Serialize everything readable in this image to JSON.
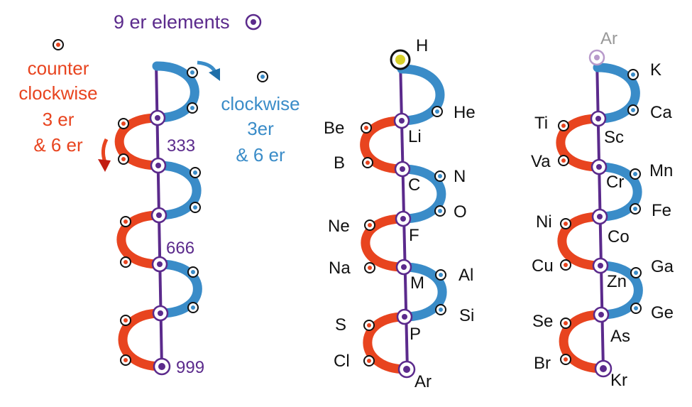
{
  "colors": {
    "purple": "#5b2a8c",
    "red": "#e8441f",
    "blue": "#3a8cc8",
    "gray": "#999999",
    "yellow": "#d8d12a",
    "black": "#111111"
  },
  "header": {
    "title": "9 er elements"
  },
  "legend": {
    "counter_lines": [
      "counter",
      "clockwise",
      "3 er",
      "& 6 er"
    ],
    "clockwise_lines": [
      "clockwise",
      "3er",
      "& 6 er"
    ]
  },
  "spine": {
    "n333": "333",
    "n666": "666",
    "n999": "999"
  },
  "chain2": {
    "H": "H",
    "He": "He",
    "Be": "Be",
    "Li": "Li",
    "B": "B",
    "C": "C",
    "N": "N",
    "O": "O",
    "Ne": "Ne",
    "F": "F",
    "Na": "Na",
    "M": "M",
    "Al": "Al",
    "Si": "Si",
    "S": "S",
    "P": "P",
    "Cl": "Cl",
    "Ar": "Ar"
  },
  "chain3": {
    "ArTop": "Ar",
    "K": "K",
    "Ca": "Ca",
    "Ti": "Ti",
    "Sc": "Sc",
    "Va": "Va",
    "Cr": "Cr",
    "Mn": "Mn",
    "Fe": "Fe",
    "Ni": "Ni",
    "Co": "Co",
    "Cu": "Cu",
    "Zn": "Zn",
    "Ga": "Ga",
    "Ge": "Ge",
    "Se": "Se",
    "As": "As",
    "Br": "Br",
    "Kr": "Kr"
  }
}
